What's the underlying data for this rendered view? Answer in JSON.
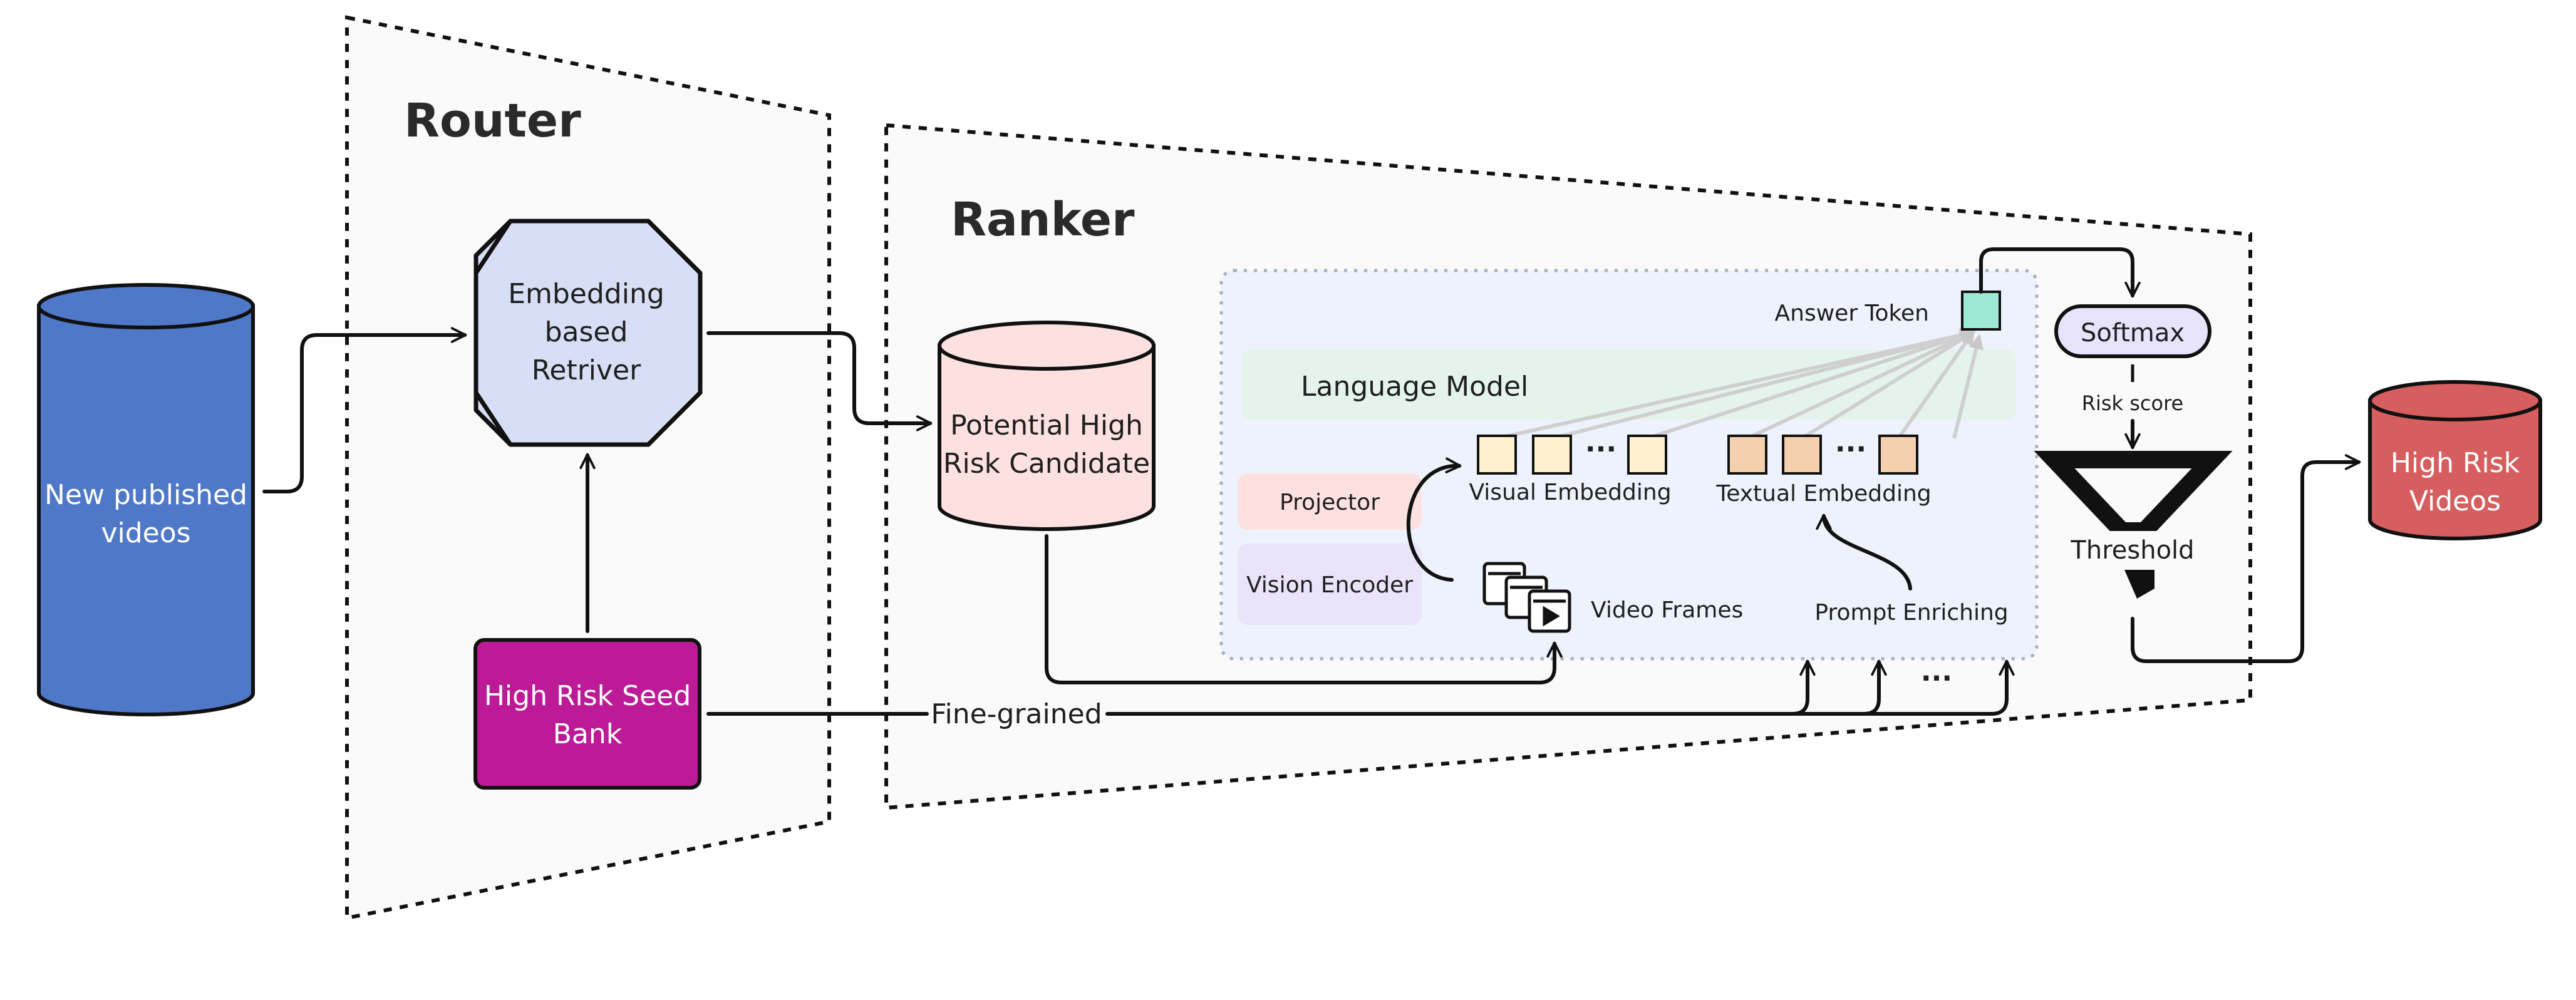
{
  "router": {
    "title": "Router"
  },
  "ranker": {
    "title": "Ranker"
  },
  "nodes": {
    "new_videos": {
      "line1": "New published",
      "line2": "videos",
      "color": "#4F78C9"
    },
    "retriever": {
      "line1": "Embedding",
      "line2": "based",
      "line3": "Retriver",
      "color": "#D8DEF5"
    },
    "seed_bank": {
      "line1": "High Risk Seed",
      "line2": "Bank",
      "color": "#BD1A98"
    },
    "candidate": {
      "line1": "Potential High",
      "line2": "Risk Candidate",
      "color": "#FDE1E1"
    },
    "high_risk_videos": {
      "line1": "High Risk",
      "line2": "Videos",
      "color": "#D75E5E"
    }
  },
  "mllm": {
    "language_model": "Language Model",
    "projector": "Projector",
    "vision_encoder": "Vision Encoder",
    "visual_embedding": "Visual Embedding",
    "textual_embedding": "Textual Embedding",
    "video_frames": "Video Frames",
    "prompt_enriching": "Prompt Enriching",
    "answer_token": "Answer Token",
    "ellipsis": "···"
  },
  "softmax": {
    "label": "Softmax"
  },
  "risk_score": {
    "label": "Risk score"
  },
  "threshold": {
    "label": "Threshold"
  },
  "fine_grained": {
    "label": "Fine-grained"
  },
  "colors": {
    "router_bg": "#FAFAFA",
    "mllm_bg": "#EEF2FC",
    "language_model": "#E4F4EC",
    "projector": "#FDE1E1",
    "vision_encoder": "#EAE3FA",
    "visual_token": "#FFF3CF",
    "textual_token": "#F5D0AE",
    "answer_token": "#9EE9D5",
    "softmax": "#E7E3FC"
  }
}
